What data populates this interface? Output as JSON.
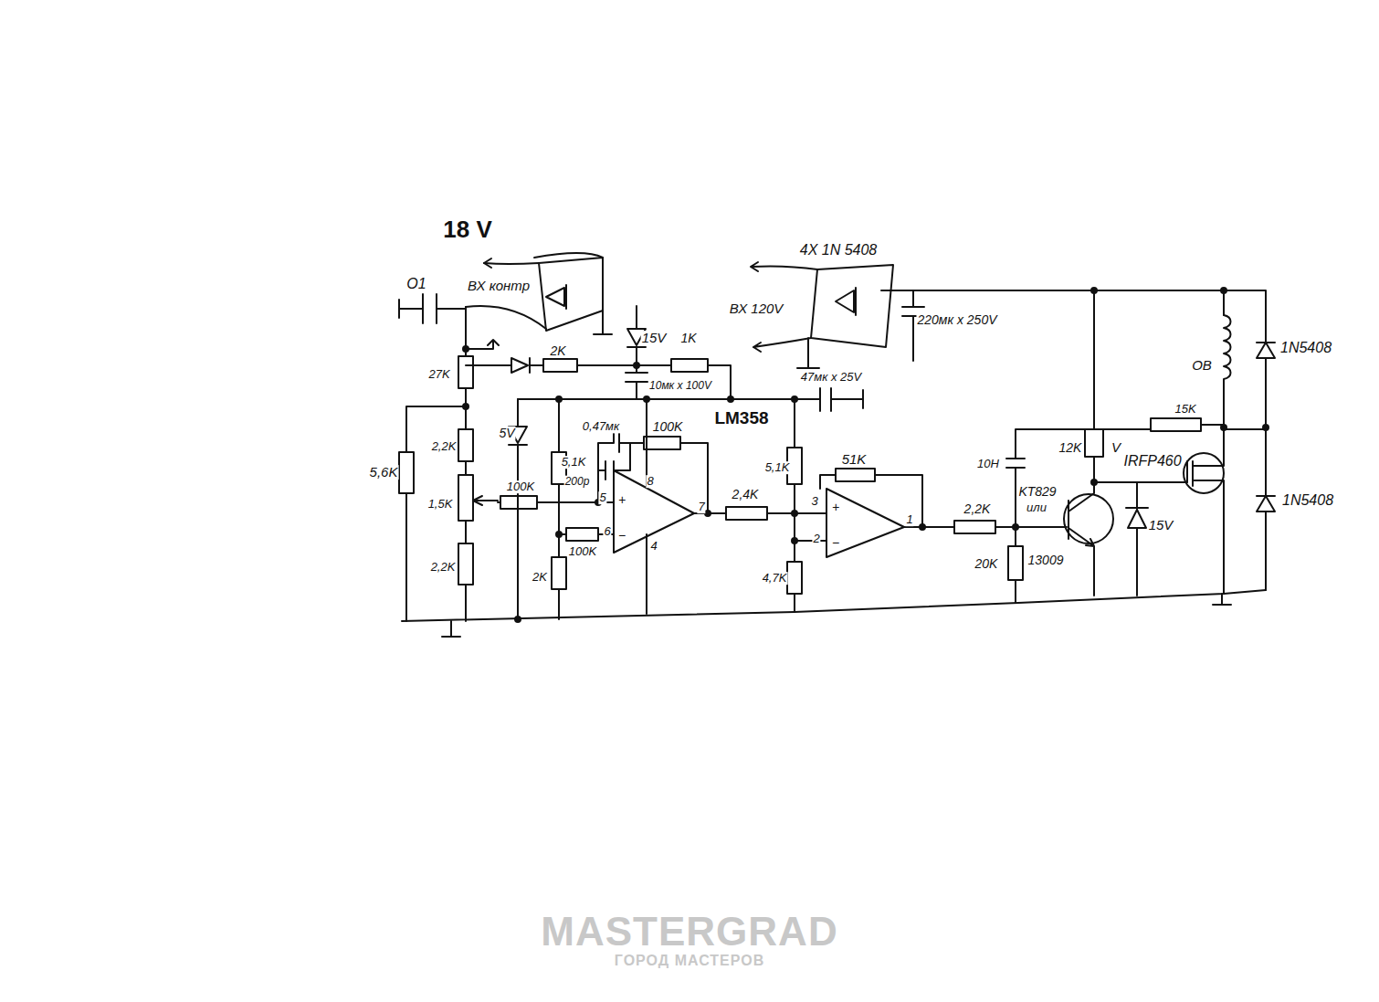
{
  "diagram": {
    "labels": [
      "18 V",
      "О1",
      "ВХ контр",
      "4Х 1N 5408",
      "ВХ 120V",
      "220мк х 250V",
      "15V",
      "2K",
      "1K",
      "10мк х 100V",
      "47мк х 25V",
      "27K",
      "LM358",
      "2,2K",
      "5V",
      "0,47мк",
      "100K",
      "5,6K",
      "5,1K",
      "200р",
      "8",
      "100K",
      "5",
      "+",
      "1,5K",
      "7",
      "2,4K",
      "5,1K",
      "3",
      "+",
      "2",
      "−",
      "51K",
      "1",
      "6",
      "−",
      "4",
      "100K",
      "2,2K",
      "10Н",
      "KT829",
      "или",
      "13009",
      "20K",
      "2K",
      "4,7K",
      "2,2K",
      "12K",
      "V",
      "IRFP460",
      "15K",
      "ОВ",
      "1N5408",
      "1N5408",
      "15V",
      "MASTERGRAD",
      "ГОРОД МАСТЕРОВ"
    ]
  }
}
